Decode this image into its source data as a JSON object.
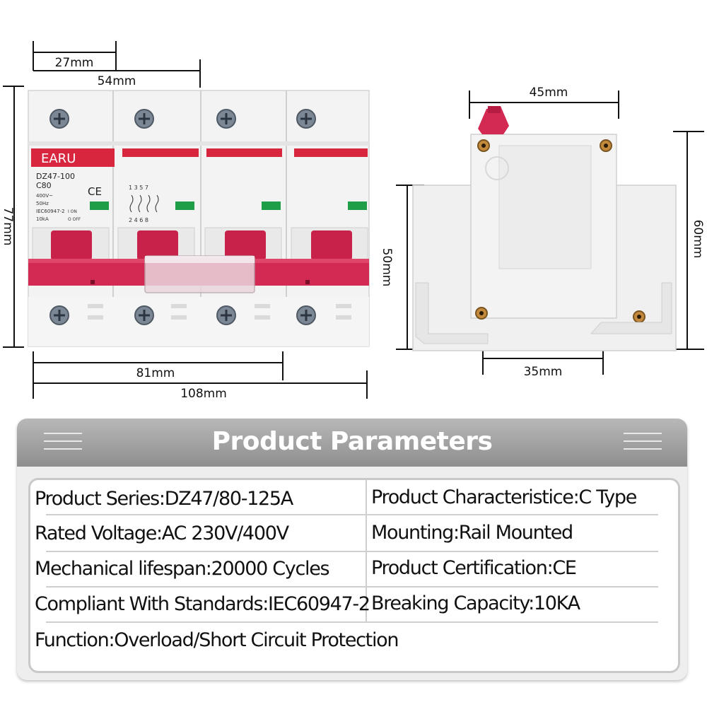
{
  "brand": "EARU",
  "device": {
    "model": "DZ47-100",
    "curve": "C80",
    "ce_mark": "CE",
    "specs": [
      "400V~",
      "50Hz",
      "IEC60947-2",
      "10kA"
    ],
    "on_label": "I ON",
    "off_label": "O OFF",
    "terminal_top": "1 3 5 7",
    "terminal_bottom": "2 4 6 8"
  },
  "dimensions": {
    "w27": "27mm",
    "w54": "54mm",
    "h77": "77mm",
    "w81": "81mm",
    "w108": "108mm",
    "w45": "45mm",
    "h50": "50mm",
    "h60": "60mm",
    "w35": "35mm"
  },
  "params": {
    "title": "Product Parameters",
    "rows": [
      [
        "Product Series:DZ47/80-125A",
        "Product Characteristice:C Type"
      ],
      [
        "Rated Voltage:AC 230V/400V",
        "Mounting:Rail Mounted"
      ],
      [
        "Mechanical lifespan:20000 Cycles",
        "Product Certification:CE"
      ],
      [
        "Compliant With Standards:IEC60947-2",
        "Breaking Capacity:10KA"
      ],
      [
        "Function:Overload/Short Circuit Protection"
      ]
    ]
  },
  "colors": {
    "handle": "#d22a52",
    "brand_band": "#d8263f",
    "indicator": "#1f9e48"
  }
}
